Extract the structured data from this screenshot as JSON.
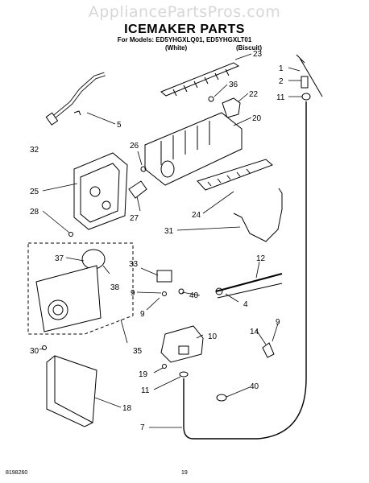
{
  "watermark": "AppliancePartsPros.com",
  "title": "ICEMAKER PARTS",
  "models_line": "For Models: ED5YHGXLQ01, ED5YHGXLT01",
  "variants": [
    "(White)",
    "(Biscuit)"
  ],
  "footer": {
    "doc_number": "8198260",
    "page_number": "19"
  },
  "callouts": [
    "1",
    "2",
    "4",
    "5",
    "7",
    "9",
    "9",
    "9",
    "10",
    "11",
    "11",
    "12",
    "14",
    "18",
    "19",
    "20",
    "22",
    "23",
    "24",
    "25",
    "26",
    "27",
    "28",
    "30",
    "31",
    "32",
    "33",
    "35",
    "36",
    "37",
    "38",
    "40",
    "40"
  ]
}
